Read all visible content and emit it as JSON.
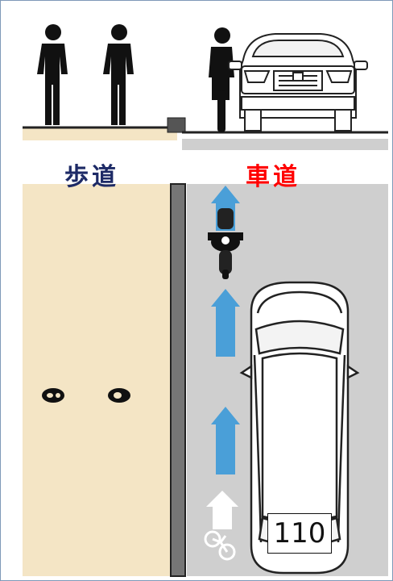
{
  "labels": {
    "sidewalk": "歩道",
    "roadway": "車道"
  },
  "route_number": "110",
  "colors": {
    "sidewalk": "#f4e5c5",
    "roadway": "#cfcfcf",
    "curb": "#767676",
    "arrow": "#4a9fd8",
    "label_sidewalk": "#1d2a66",
    "label_roadway": "#ff0000"
  },
  "icons": [
    "pedestrian-icon",
    "cyclist-icon",
    "car-icon",
    "motorcycle-icon",
    "lane-arrow-icon",
    "bicycle-lane-marking-icon",
    "footprint-icon"
  ]
}
